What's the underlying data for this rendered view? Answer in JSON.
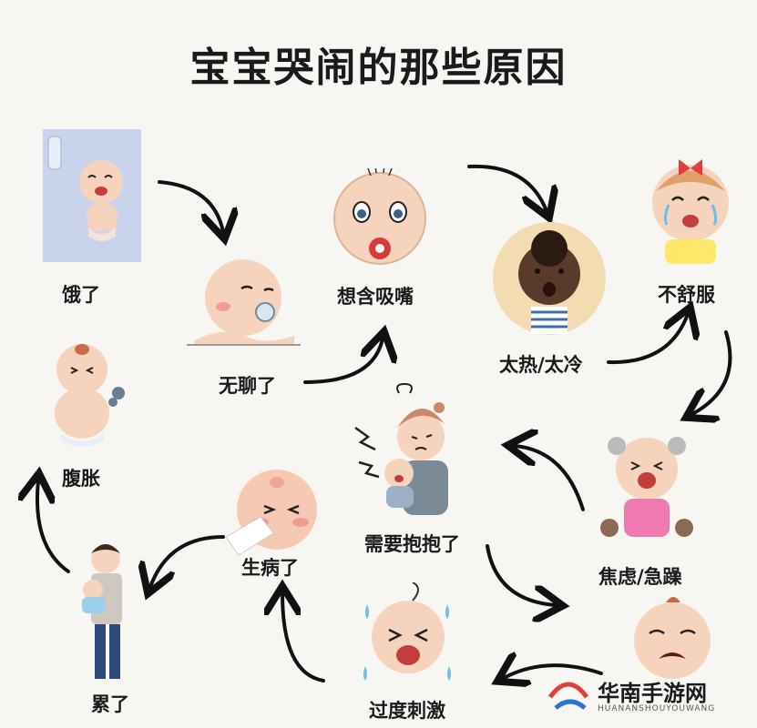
{
  "title": "宝宝哭闹的那些原因",
  "nodes": {
    "hungry": "饿了",
    "bored": "无聊了",
    "suck": "想含吸嘴",
    "temp": "太热/太冷",
    "uncomfortable": "不舒服",
    "anxious": "焦虑/急躁",
    "hold": "需要抱抱了",
    "sick": "生病了",
    "bloated": "腹胀",
    "tired": "累了",
    "overstim": "过度刺激"
  },
  "watermark": {
    "name": "华南手游网",
    "url": "HUANANSHOUYOUWANG"
  },
  "colors": {
    "skin": "#f6d3bc",
    "cheek": "#f29a94",
    "blanket": "#c9d4ec",
    "arrow": "#111111"
  }
}
